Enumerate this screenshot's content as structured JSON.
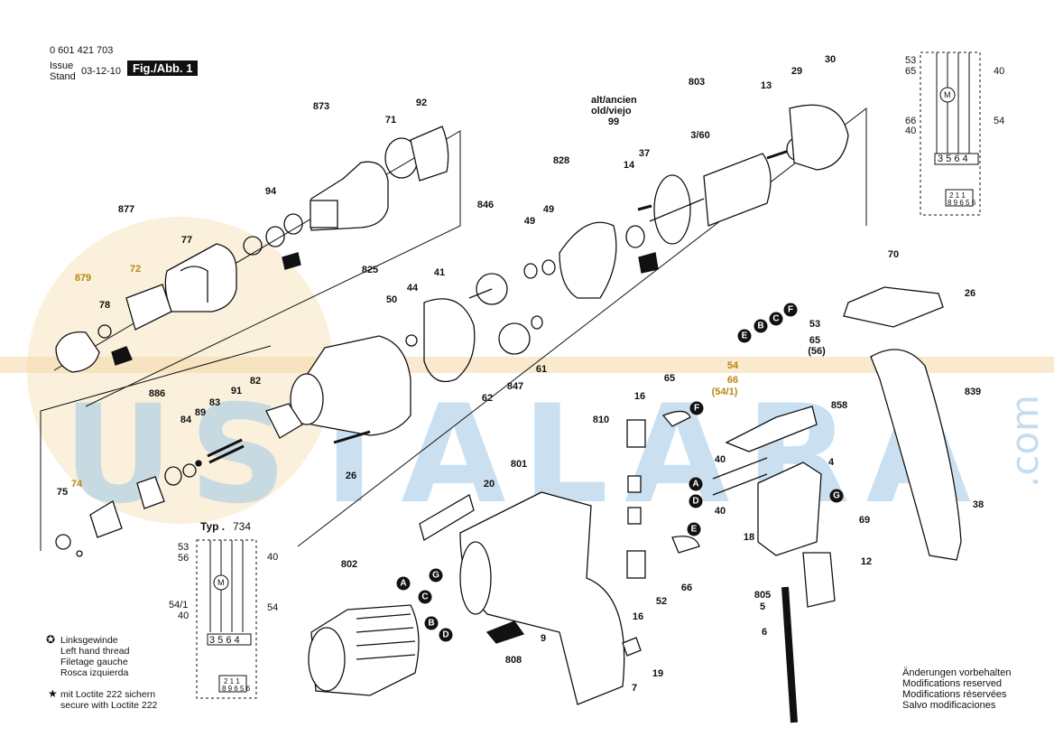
{
  "header": {
    "part_number": "0 601 421 703",
    "issue_label": "Issue",
    "stand_label": "Stand",
    "issue_date": "03-12-10",
    "figure": "Fig./Abb. 1"
  },
  "watermark": {
    "text": "USTALARA",
    "suffix": ".com"
  },
  "callouts": [
    {
      "id": "c873",
      "label": "873"
    },
    {
      "id": "c71",
      "label": "71"
    },
    {
      "id": "c92",
      "label": "92"
    },
    {
      "id": "c94",
      "label": "94"
    },
    {
      "id": "c877",
      "label": "877"
    },
    {
      "id": "c77",
      "label": "77"
    },
    {
      "id": "c879",
      "label": "879"
    },
    {
      "id": "c72",
      "label": "72"
    },
    {
      "id": "c78",
      "label": "78"
    },
    {
      "id": "c825",
      "label": "825"
    },
    {
      "id": "c50",
      "label": "50"
    },
    {
      "id": "c44",
      "label": "44"
    },
    {
      "id": "c41",
      "label": "41"
    },
    {
      "id": "c886",
      "label": "886"
    },
    {
      "id": "c84",
      "label": "84"
    },
    {
      "id": "c89",
      "label": "89"
    },
    {
      "id": "c83",
      "label": "83"
    },
    {
      "id": "c91",
      "label": "91"
    },
    {
      "id": "c82",
      "label": "82"
    },
    {
      "id": "c75",
      "label": "75"
    },
    {
      "id": "c74",
      "label": "74"
    },
    {
      "id": "c26a",
      "label": "26"
    },
    {
      "id": "c62",
      "label": "62"
    },
    {
      "id": "c847",
      "label": "847"
    },
    {
      "id": "c61",
      "label": "61"
    },
    {
      "id": "c846",
      "label": "846"
    },
    {
      "id": "c49a",
      "label": "49"
    },
    {
      "id": "c49b",
      "label": "49"
    },
    {
      "id": "c828",
      "label": "828"
    },
    {
      "id": "c99",
      "label": "99"
    },
    {
      "id": "c14",
      "label": "14"
    },
    {
      "id": "c37",
      "label": "37"
    },
    {
      "id": "c803",
      "label": "803"
    },
    {
      "id": "c360",
      "label": "3/60"
    },
    {
      "id": "c13",
      "label": "13"
    },
    {
      "id": "c29",
      "label": "29"
    },
    {
      "id": "c30",
      "label": "30"
    },
    {
      "id": "c70",
      "label": "70"
    },
    {
      "id": "c26b",
      "label": "26"
    },
    {
      "id": "c839",
      "label": "839"
    },
    {
      "id": "c38",
      "label": "38"
    },
    {
      "id": "c53a",
      "label": "53"
    },
    {
      "id": "c65a",
      "label": "65"
    },
    {
      "id": "c56a",
      "label": "(56)"
    },
    {
      "id": "c54a",
      "label": "54"
    },
    {
      "id": "c66a",
      "label": "66"
    },
    {
      "id": "c541a",
      "label": "(54/1)"
    },
    {
      "id": "c65b",
      "label": "65"
    },
    {
      "id": "c858",
      "label": "858"
    },
    {
      "id": "c16a",
      "label": "16"
    },
    {
      "id": "c810",
      "label": "810"
    },
    {
      "id": "c801",
      "label": "801"
    },
    {
      "id": "c20",
      "label": "20"
    },
    {
      "id": "c40a",
      "label": "40"
    },
    {
      "id": "c40b",
      "label": "40"
    },
    {
      "id": "c4",
      "label": "4"
    },
    {
      "id": "c69",
      "label": "69"
    },
    {
      "id": "c18",
      "label": "18"
    },
    {
      "id": "c12",
      "label": "12"
    },
    {
      "id": "c805",
      "label": "805"
    },
    {
      "id": "c5",
      "label": "5"
    },
    {
      "id": "c6",
      "label": "6"
    },
    {
      "id": "c802",
      "label": "802"
    },
    {
      "id": "c808",
      "label": "808"
    },
    {
      "id": "c9",
      "label": "9"
    },
    {
      "id": "c52",
      "label": "52"
    },
    {
      "id": "c66b",
      "label": "66"
    },
    {
      "id": "c16b",
      "label": "16"
    },
    {
      "id": "c7",
      "label": "7"
    },
    {
      "id": "c19",
      "label": "19"
    }
  ],
  "old_new": {
    "line1": "alt/ancien",
    "line2": "old/viejo"
  },
  "wire_letters": [
    {
      "id": "wA1",
      "label": "A"
    },
    {
      "id": "wG1",
      "label": "G"
    },
    {
      "id": "wC1",
      "label": "C"
    },
    {
      "id": "wB1",
      "label": "B"
    },
    {
      "id": "wD1",
      "label": "D"
    },
    {
      "id": "wF1",
      "label": "F"
    },
    {
      "id": "wA2",
      "label": "A"
    },
    {
      "id": "wD2",
      "label": "D"
    },
    {
      "id": "wG2",
      "label": "G"
    },
    {
      "id": "wE1",
      "label": "E"
    },
    {
      "id": "wE2",
      "label": "E"
    },
    {
      "id": "wB2",
      "label": "B"
    },
    {
      "id": "wC2",
      "label": "C"
    },
    {
      "id": "wF2",
      "label": "F"
    }
  ],
  "schematic_top": {
    "labels_left": [
      "53",
      "65",
      "66",
      "40"
    ],
    "labels_right": [
      "40",
      "54"
    ],
    "terminals": "3 5 6 4",
    "motor": "M",
    "switch_a": "2 1 1",
    "switch_b": "8 9 6 5 6"
  },
  "schematic_bottom": {
    "type_label": "Typ .",
    "type_value": "734",
    "labels_left": [
      "53",
      "56",
      "54/1",
      "40"
    ],
    "labels_right": [
      "40",
      "54"
    ],
    "terminals": "3 5 6 4",
    "motor": "M",
    "switch_a": "2 1 1",
    "switch_b": "8 9 6 5 6"
  },
  "legend": {
    "left_hand": [
      "Linksgewinde",
      "Left hand thread",
      "Filetage gauche",
      "Rosca izquierda"
    ],
    "loctite": [
      "mit Loctite 222 sichern",
      "secure with Loctite 222"
    ]
  },
  "notice": [
    "Änderungen vorbehalten",
    "Modifications reserved",
    "Modifications réservées",
    "Salvo modificaciones"
  ],
  "colors": {
    "ink": "#111111",
    "watermark_blue": "#9fc8e6",
    "watermark_orange": "#f4d9a8"
  }
}
